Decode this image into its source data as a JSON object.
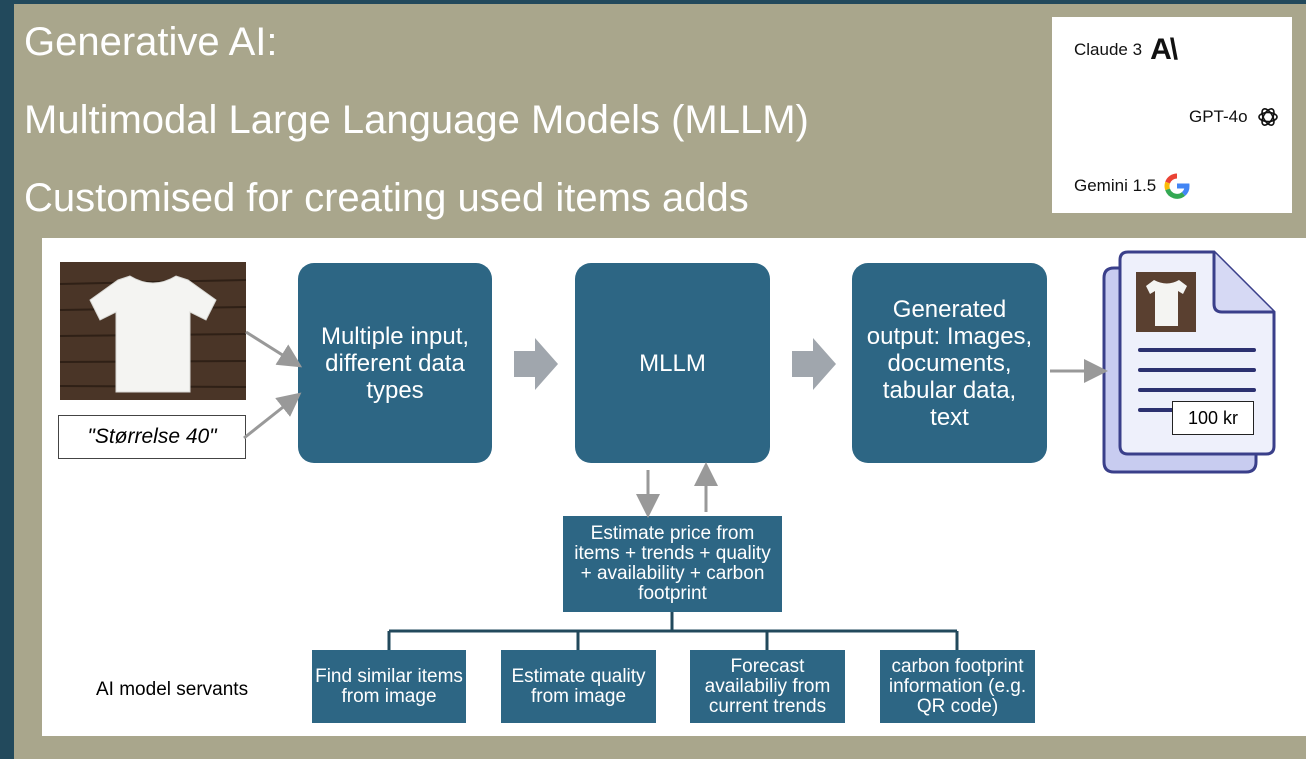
{
  "title": {
    "line1": "Generative AI:",
    "line2": "Multimodal Large Language Models (MLLM)",
    "line3": "Customised for creating used items adds"
  },
  "logos": {
    "claude": "Claude 3",
    "gpt": "GPT-4o",
    "gemini": "Gemini 1.5",
    "anthropic_mark": "A\\",
    "google_mark": "G"
  },
  "diagram": {
    "input_caption": "\"Størrelse 40\"",
    "input_box": "Multiple input, different data types",
    "mllm_box": "MLLM",
    "output_box": "Generated output: Images, documents, tabular data, text",
    "price_tag": "100 kr",
    "estimate_box": "Estimate price from items + trends + quality + availability + carbon footprint",
    "servants_label": "AI model servants",
    "servants": [
      "Find similar items from image",
      "Estimate quality from image",
      "Forecast availabiliy from current trends",
      "carbon footprint information (e.g. QR code)"
    ]
  },
  "colors": {
    "background": "#a9a68c",
    "box": "#2d6684",
    "border": "#22495c",
    "arrow": "#a0a6ad"
  }
}
